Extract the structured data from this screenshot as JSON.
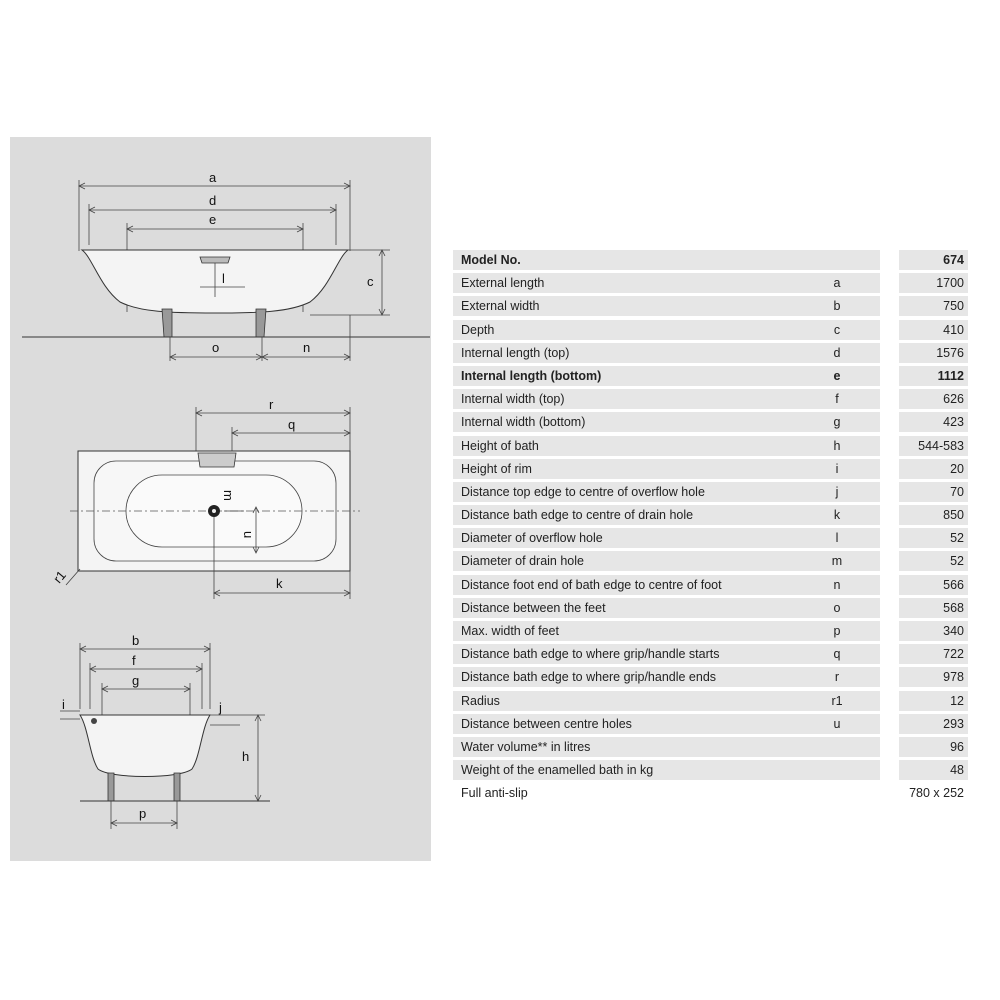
{
  "drawing": {
    "side_view_labels": {
      "a": "a",
      "d": "d",
      "e": "e",
      "c": "c",
      "l": "l",
      "o": "o",
      "n": "n"
    },
    "top_view_labels": {
      "r": "r",
      "q": "q",
      "m": "m",
      "u": "u",
      "k": "k",
      "r1": "r1"
    },
    "end_view_labels": {
      "b": "b",
      "f": "f",
      "g": "g",
      "i": "i",
      "j": "j",
      "h": "h",
      "p": "p"
    }
  },
  "table": {
    "header": {
      "label": "Model No.",
      "value": "674"
    },
    "rows": [
      {
        "label": "External length",
        "symbol": "a",
        "value": "1700"
      },
      {
        "label": "External width",
        "symbol": "b",
        "value": "750"
      },
      {
        "label": "Depth",
        "symbol": "c",
        "value": "410"
      },
      {
        "label": "Internal length (top)",
        "symbol": "d",
        "value": "1576"
      },
      {
        "label": "Internal length (bottom)",
        "symbol": "e",
        "value": "1112"
      },
      {
        "label": "Internal width (top)",
        "symbol": "f",
        "value": "626"
      },
      {
        "label": "Internal width (bottom)",
        "symbol": "g",
        "value": "423"
      },
      {
        "label": "Height of bath",
        "symbol": "h",
        "value": "544-583"
      },
      {
        "label": "Height of rim",
        "symbol": "i",
        "value": "20"
      },
      {
        "label": "Distance top edge to centre of overflow hole",
        "symbol": "j",
        "value": "70"
      },
      {
        "label": "Distance bath edge to centre of drain hole",
        "symbol": "k",
        "value": "850"
      },
      {
        "label": "Diameter of overflow hole",
        "symbol": "l",
        "value": "52"
      },
      {
        "label": "Diameter of drain hole",
        "symbol": "m",
        "value": "52"
      },
      {
        "label": "Distance foot end of bath edge to centre of foot",
        "symbol": "n",
        "value": "566"
      },
      {
        "label": "Distance between the feet",
        "symbol": "o",
        "value": "568"
      },
      {
        "label": "Max. width of feet",
        "symbol": "p",
        "value": "340"
      },
      {
        "label": "Distance bath edge to where grip/handle starts",
        "symbol": "q",
        "value": "722"
      },
      {
        "label": "Distance bath edge to where grip/handle ends",
        "symbol": "r",
        "value": "978"
      },
      {
        "label": "Radius",
        "symbol": "r1",
        "value": "12"
      },
      {
        "label": "Distance between centre holes",
        "symbol": "u",
        "value": "293"
      },
      {
        "label": "Water volume** in litres",
        "symbol": "",
        "value": "96"
      },
      {
        "label": "Weight of the enamelled bath in kg",
        "symbol": "",
        "value": "48"
      },
      {
        "label": "Full anti-slip",
        "symbol": "",
        "value": "780 x 252"
      }
    ]
  }
}
